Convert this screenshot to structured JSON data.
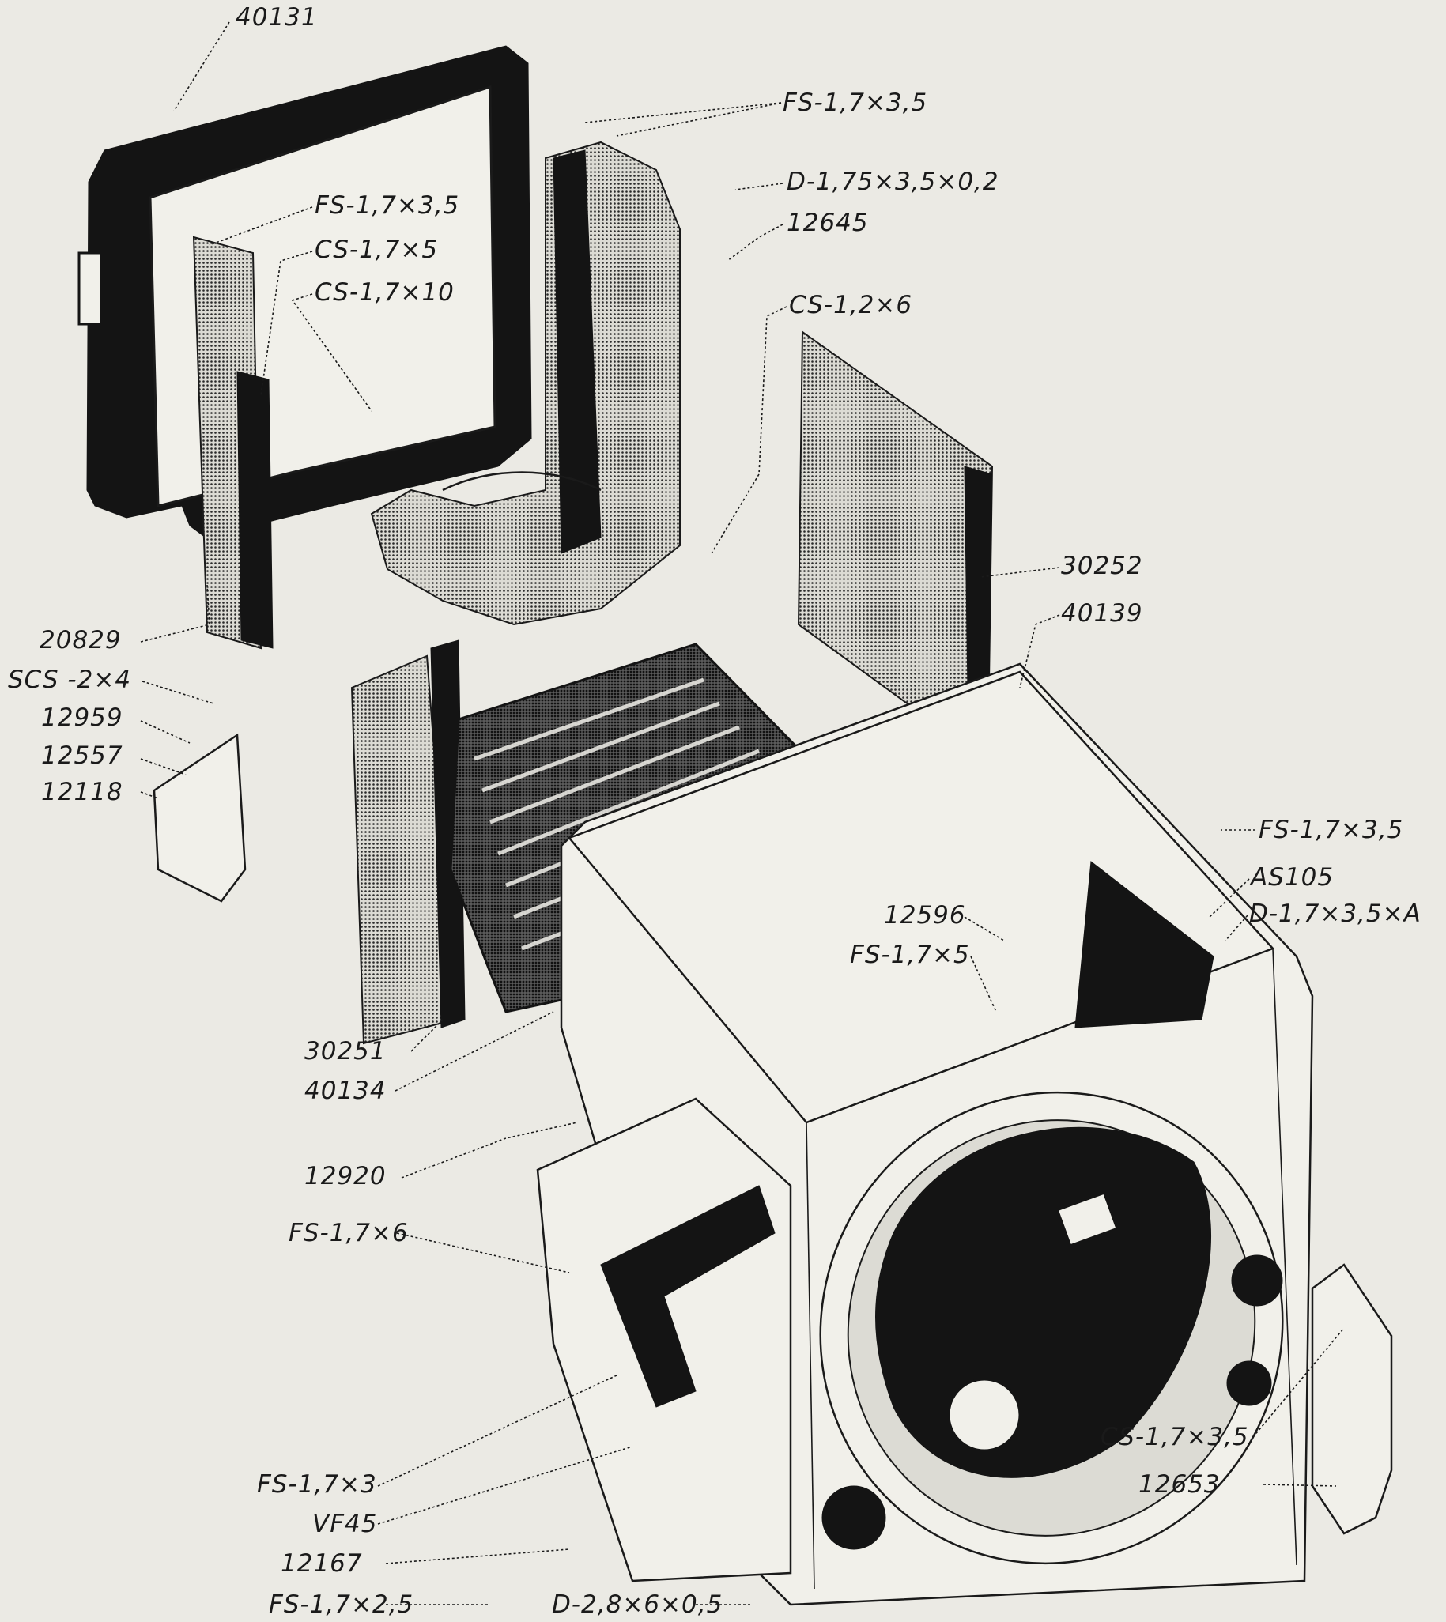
{
  "diagram": {
    "background_color": "#ebeae4",
    "ink_color": "#141414",
    "labels": [
      {
        "id": "40131",
        "text": "40131"
      },
      {
        "id": "fs-1735-top",
        "text": "FS-1,7×3,5"
      },
      {
        "id": "d-washer",
        "text": "D-1,75×3,5×0,2"
      },
      {
        "id": "12645",
        "text": "12645"
      },
      {
        "id": "fs-1735-left",
        "text": "FS-1,7×3,5"
      },
      {
        "id": "cs-175",
        "text": "CS-1,7×5"
      },
      {
        "id": "cs-1710",
        "text": "CS-1,7×10"
      },
      {
        "id": "cs-126",
        "text": "CS-1,2×6"
      },
      {
        "id": "30252",
        "text": "30252"
      },
      {
        "id": "40139",
        "text": "40139"
      },
      {
        "id": "20829",
        "text": "20829"
      },
      {
        "id": "scs-24",
        "text": "SCS -2×4"
      },
      {
        "id": "12959",
        "text": "12959"
      },
      {
        "id": "12557",
        "text": "12557"
      },
      {
        "id": "12118",
        "text": "12118"
      },
      {
        "id": "fs-1735-right",
        "text": "FS-1,7×3,5"
      },
      {
        "id": "as105",
        "text": "AS105"
      },
      {
        "id": "d-1735a",
        "text": "D-1,7×3,5×A"
      },
      {
        "id": "12596",
        "text": "12596"
      },
      {
        "id": "fs-175",
        "text": "FS-1,7×5"
      },
      {
        "id": "30251",
        "text": "30251"
      },
      {
        "id": "40134",
        "text": "40134"
      },
      {
        "id": "12920",
        "text": "12920"
      },
      {
        "id": "fs-176",
        "text": "FS-1,7×6"
      },
      {
        "id": "cs-1735",
        "text": "CS-1,7×3,5"
      },
      {
        "id": "12653",
        "text": "12653"
      },
      {
        "id": "fs-173",
        "text": "FS-1,7×3"
      },
      {
        "id": "vf45",
        "text": "VF45"
      },
      {
        "id": "12167",
        "text": "12167"
      },
      {
        "id": "fs-1725-bottom",
        "text": "FS-1,7×2,5"
      },
      {
        "id": "d-2860",
        "text": "D-2,8×6×0,5"
      }
    ]
  }
}
